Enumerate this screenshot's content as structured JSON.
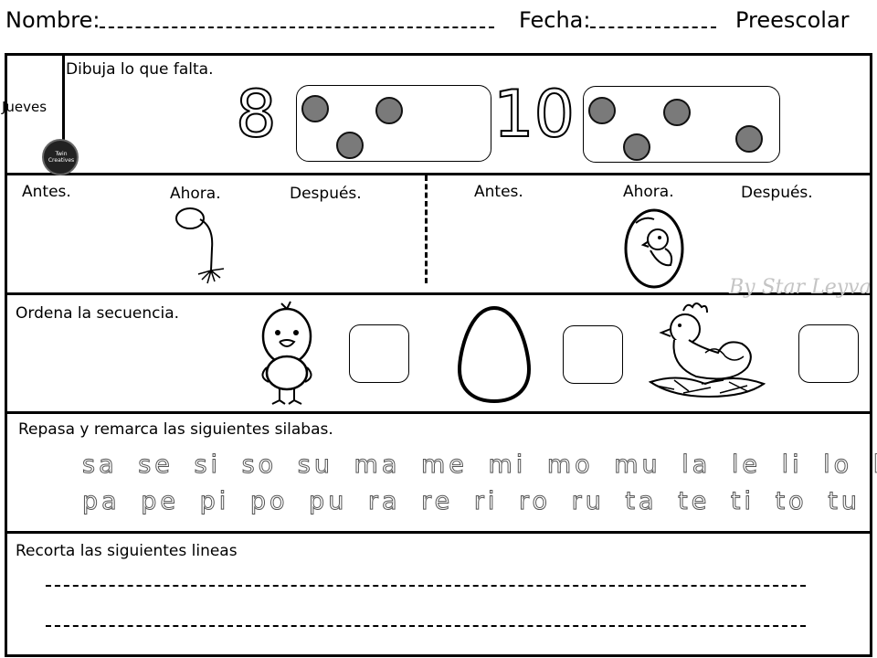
{
  "header": {
    "name_label": "Nombre:",
    "date_label": "Fecha:",
    "level": "Preescolar"
  },
  "day": "Jueves",
  "logo_text": "Twin Creatives",
  "section1": {
    "title": "Dibuja lo que falta.",
    "numbers": [
      "8",
      "10"
    ],
    "dots_shown": [
      3,
      4
    ]
  },
  "section2": {
    "labels_left": [
      "Antes.",
      "Ahora.",
      "Después."
    ],
    "labels_right": [
      "Antes.",
      "Ahora.",
      "Después."
    ],
    "images": [
      "sprouting-seed-image",
      "chick-in-egg-image"
    ]
  },
  "section3": {
    "title": "Ordena la secuencia.",
    "images": [
      "chick-image",
      "egg-image",
      "hen-on-nest-image"
    ]
  },
  "section4": {
    "title": "Repasa y remarca las siguientes silabas.",
    "row1": "sa se si so su ma me mi mo mu la le li lo lu",
    "row2": "pa pe pi po pu ra re ri ro ru ta te ti to tu"
  },
  "section5": {
    "title": "Recorta las siguientes lineas"
  },
  "watermark": "By Star Leyva"
}
